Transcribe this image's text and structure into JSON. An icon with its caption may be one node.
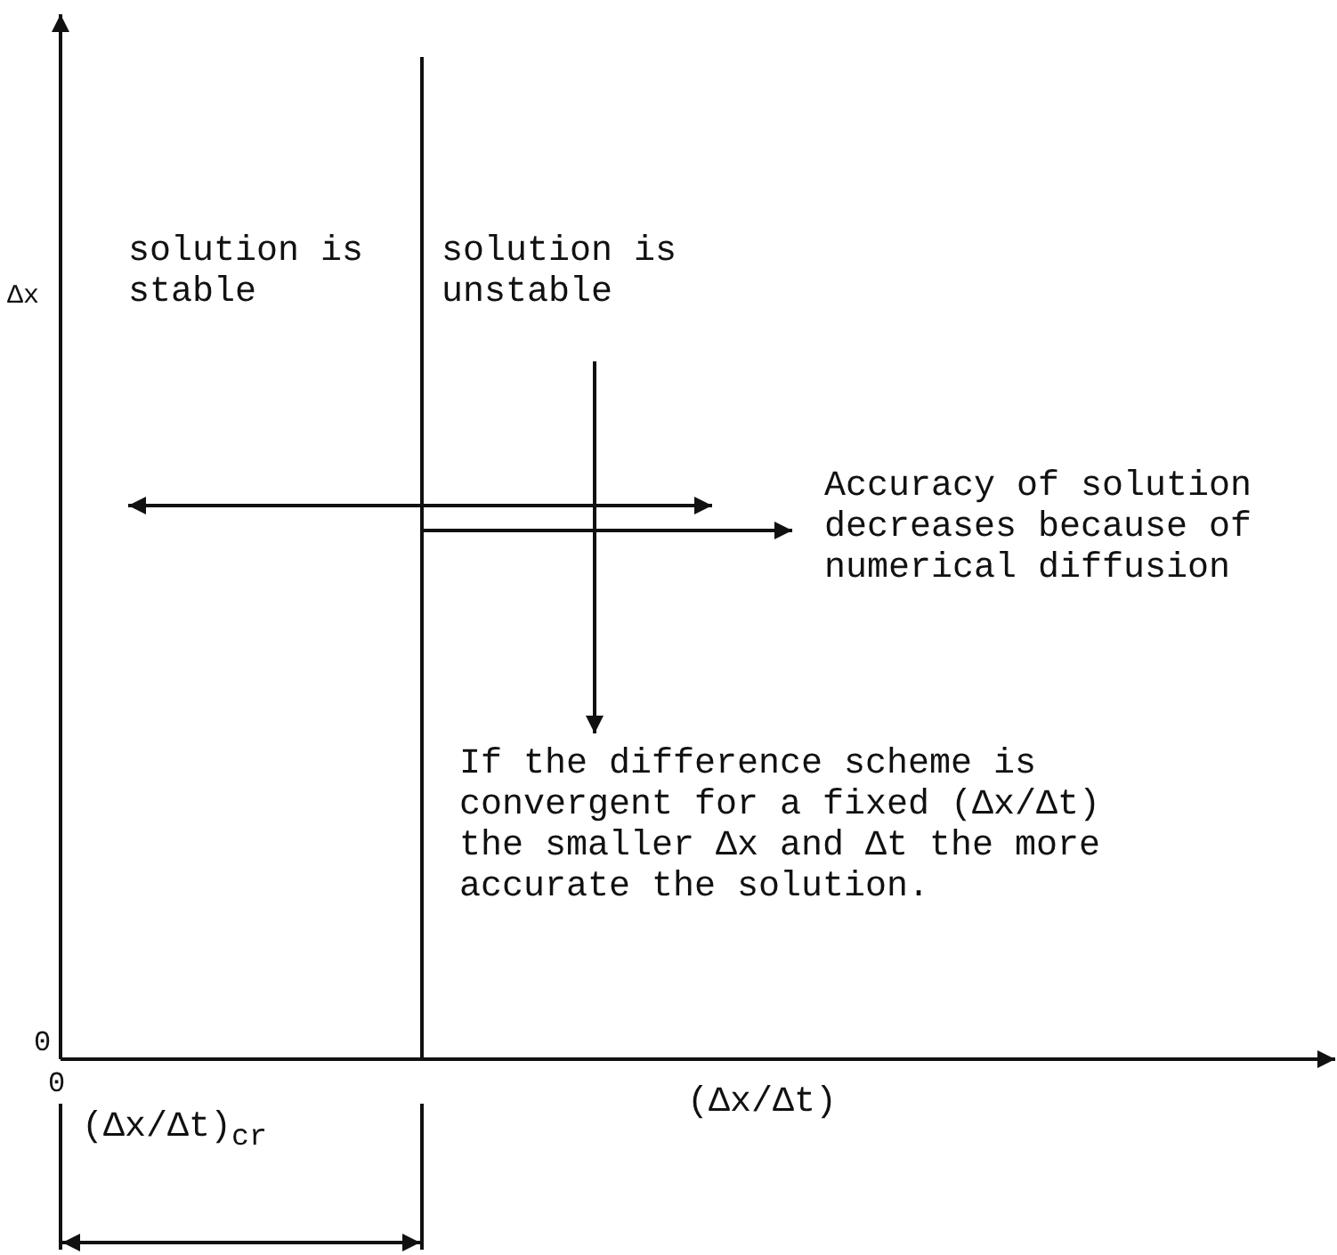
{
  "diagram": {
    "nodes": [
      {
        "text": [
          "Accuracy of solution decreases because of numerical diffusion"
        ]
      },
      {
        "text": [
          "If the difference scheme is convergent for a fixed (Δx/Δt) the smaller Δx and Δt the more accurate the solution."
        ]
      }
    ],
    "edges": [
      {
        "from": null,
        "to": 0,
        "arrow": "to"
      },
      {
        "from": null,
        "to": 1,
        "arrow": "to"
      }
    ],
    "labels": [
      "Δx",
      "solution is stable",
      "solution is unstable",
      "0",
      "0",
      "(Δx/Δt)",
      "(Δx/Δt)$_{cr}$"
    ]
  }
}
